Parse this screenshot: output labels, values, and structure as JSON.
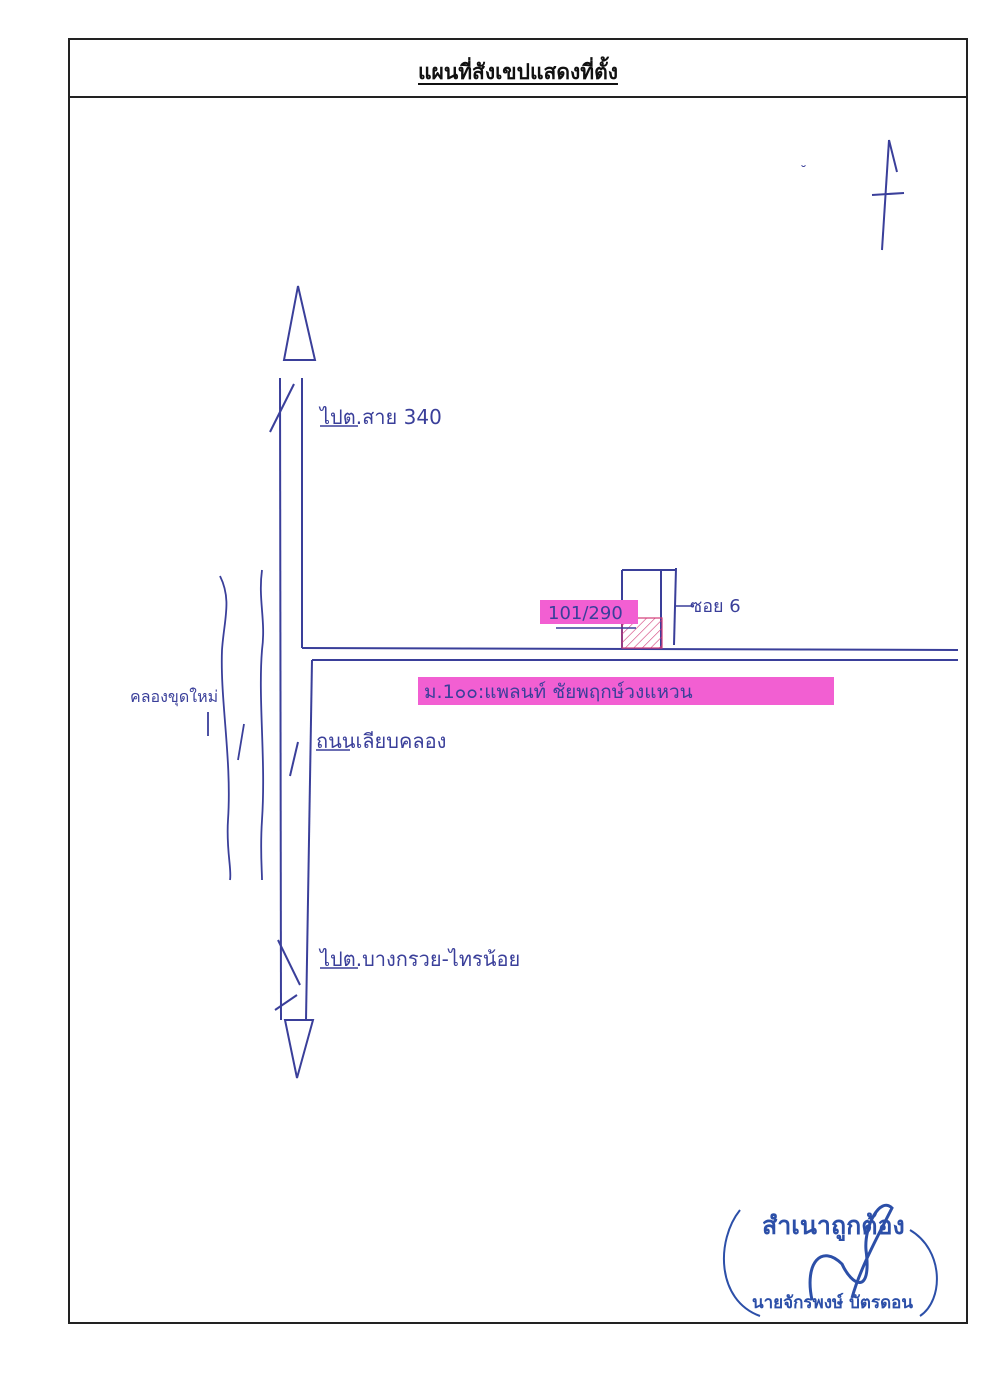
{
  "title": "แผนที่สังเขปแสดงที่ตั้ง",
  "labels": {
    "road_north": "ไปต.สาย 340",
    "road_south": "ไปต.บางกรวย-ไทรน้อย",
    "canal_road": "ถนนเลียบคลอง",
    "canal": "คลองขุดใหม่",
    "village": "ม.1๐๐:แพลนท์ ชัยพฤกษ์วงแหวน",
    "house_no": "101/290",
    "soi": "ซอย 6"
  },
  "stamp": {
    "certified": "สำเนาถูกต้อง",
    "name": "นายจักรพงษ์ บัตรดอน"
  },
  "colors": {
    "ink": "#3a3f9a",
    "highlight": "#f25fd2",
    "stamp": "#2c4fa8",
    "hatch": "#d23c78"
  }
}
